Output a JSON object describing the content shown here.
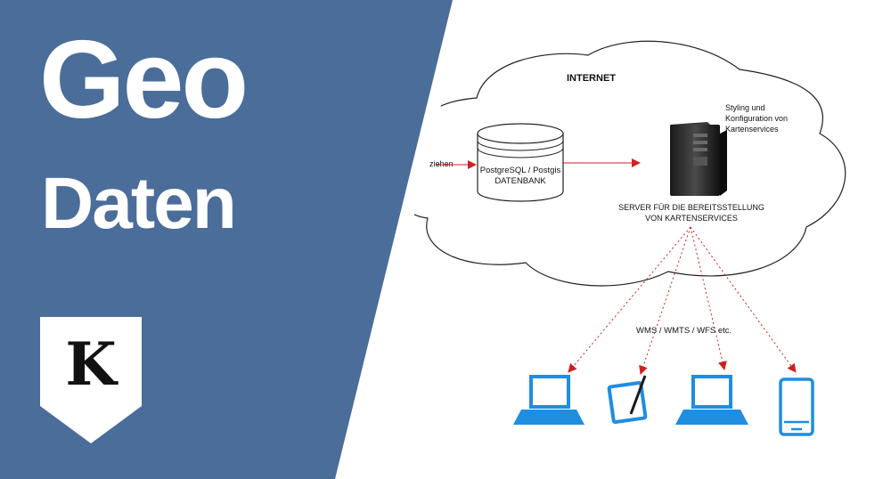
{
  "banner": {
    "title": "Geo",
    "subtitle": "Daten",
    "logo_letter": "K",
    "panel_color": "#4a6d9a"
  },
  "diagram": {
    "cloud_label": "INTERNET",
    "database_label_line1": "PostgreSQL / Postgis",
    "database_label_line2": "DATENBANK",
    "incoming_label": "ziehen",
    "styling_note_line1": "Styling und",
    "styling_note_line2": "Konfiguration von",
    "styling_note_line3": "Kartenservices",
    "server_label_line1": "SERVER FÜR DIE BEREITSSTELLUNG",
    "server_label_line2": "VON KARTENSERVICES",
    "services_label": "WMS / WMTS / WFS etc.",
    "arrow_color": "#cc2222",
    "client_color": "#1f8de0",
    "clients": [
      "laptop-icon",
      "tablet-pen-icon",
      "laptop-icon",
      "smartphone-icon"
    ]
  }
}
